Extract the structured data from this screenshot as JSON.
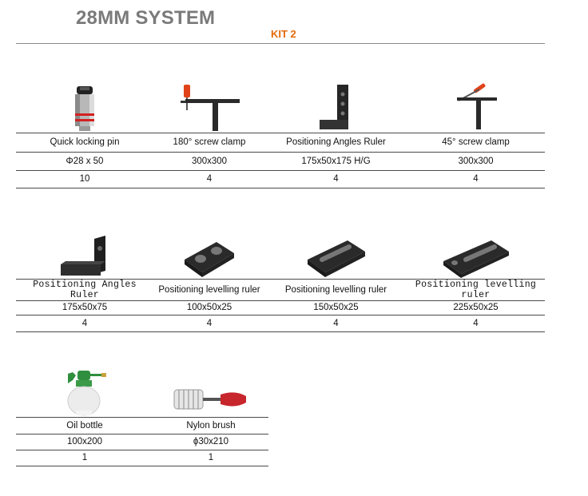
{
  "title": "28MM SYSTEM",
  "subtitle": "KIT 2",
  "groups": [
    {
      "items": [
        {
          "name": "Quick locking pin",
          "size": "Φ28 x 50",
          "qty": "10",
          "icon": "locking-pin"
        },
        {
          "name": "180° screw clamp",
          "size": "300x300",
          "qty": "4",
          "icon": "screw-clamp-180"
        },
        {
          "name": "Positioning Angles Ruler",
          "size": "175x50x175 H/G",
          "qty": "4",
          "icon": "angle-ruler-tall"
        },
        {
          "name": "45° screw clamp",
          "size": "300x300",
          "qty": "4",
          "icon": "screw-clamp-45"
        }
      ]
    },
    {
      "items": [
        {
          "name": "Positioning Angles Ruler",
          "size": "175x50x75",
          "qty": "4",
          "icon": "angle-ruler-short"
        },
        {
          "name": "Positioning levelling ruler",
          "size": "100x50x25",
          "qty": "4",
          "icon": "levelling-block-two-holes"
        },
        {
          "name": "Positioning levelling ruler",
          "size": "150x50x25",
          "qty": "4",
          "icon": "levelling-block-slot"
        },
        {
          "name": "Positioning levelling ruler",
          "size": "225x50x25",
          "qty": "4",
          "icon": "levelling-block-long-slot"
        }
      ]
    },
    {
      "items": [
        {
          "name": "Oil bottle",
          "size": "100x200",
          "qty": "1",
          "icon": "oil-spray-bottle"
        },
        {
          "name": "Nylon brush",
          "size": "ϕ30x210",
          "qty": "1",
          "icon": "nylon-brush"
        }
      ]
    }
  ]
}
